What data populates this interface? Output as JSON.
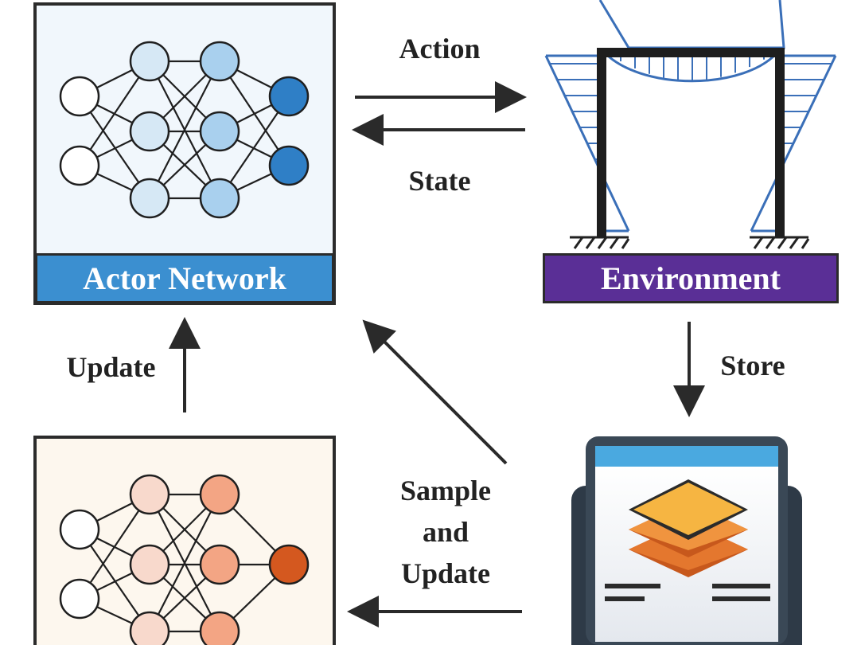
{
  "labels": {
    "action": "Action",
    "state": "State",
    "update": "Update",
    "store": "Store",
    "sample_line1": "Sample",
    "sample_line2": "and",
    "sample_line3": "Update"
  },
  "boxes": {
    "actor_network": "Actor Network",
    "environment": "Environment"
  },
  "subtitle": "",
  "colors": {
    "actor_bar": "#3b8fd0",
    "environment_bar": "#5a2f96",
    "actor_bg": "#f1f7fc",
    "critic_bg": "#fdf7ee",
    "arrow": "#2a2a2a",
    "load_blue": "#3a6fb8"
  }
}
